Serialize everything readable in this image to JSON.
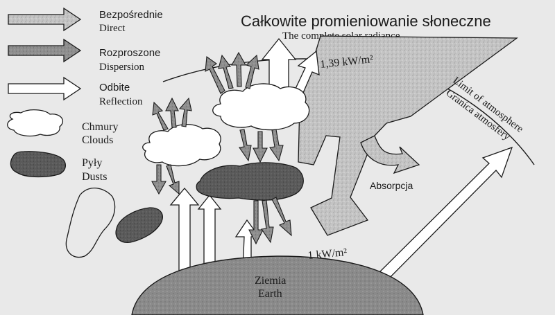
{
  "title": "Całkowite promieniowanie słoneczne",
  "subtitle": "The complete solar radiance",
  "legend": {
    "direct_pl": "Bezpośrednie",
    "direct_en": "Direct",
    "dispersion_pl": "Rozproszone",
    "dispersion_en": "Dispersion",
    "reflection_pl": "Odbite",
    "reflection_en": "Reflection",
    "clouds_pl": "Chmury",
    "clouds_en": "Clouds",
    "dusts_pl": "Pyły",
    "dusts_en": "Dusts"
  },
  "labels": {
    "toa_flux": "1,39 kW/m²",
    "surface_flux": "1 kW/m²",
    "absorption": "Absorpcja",
    "atm_limit_en": "Limit of atmosphere",
    "atm_limit_pl": "Granica atmosfery",
    "earth_pl": "Ziemia",
    "earth_en": "Earth"
  },
  "colors": {
    "background": "#e9e9e9",
    "direct_fill": "#c4c4c4",
    "dispersion_fill": "#8e8e8e",
    "reflection_fill": "#ffffff",
    "dust_fill": "#5a5a5a",
    "earth_fill": "#8a8a8a",
    "outline": "#1a1a1a"
  }
}
